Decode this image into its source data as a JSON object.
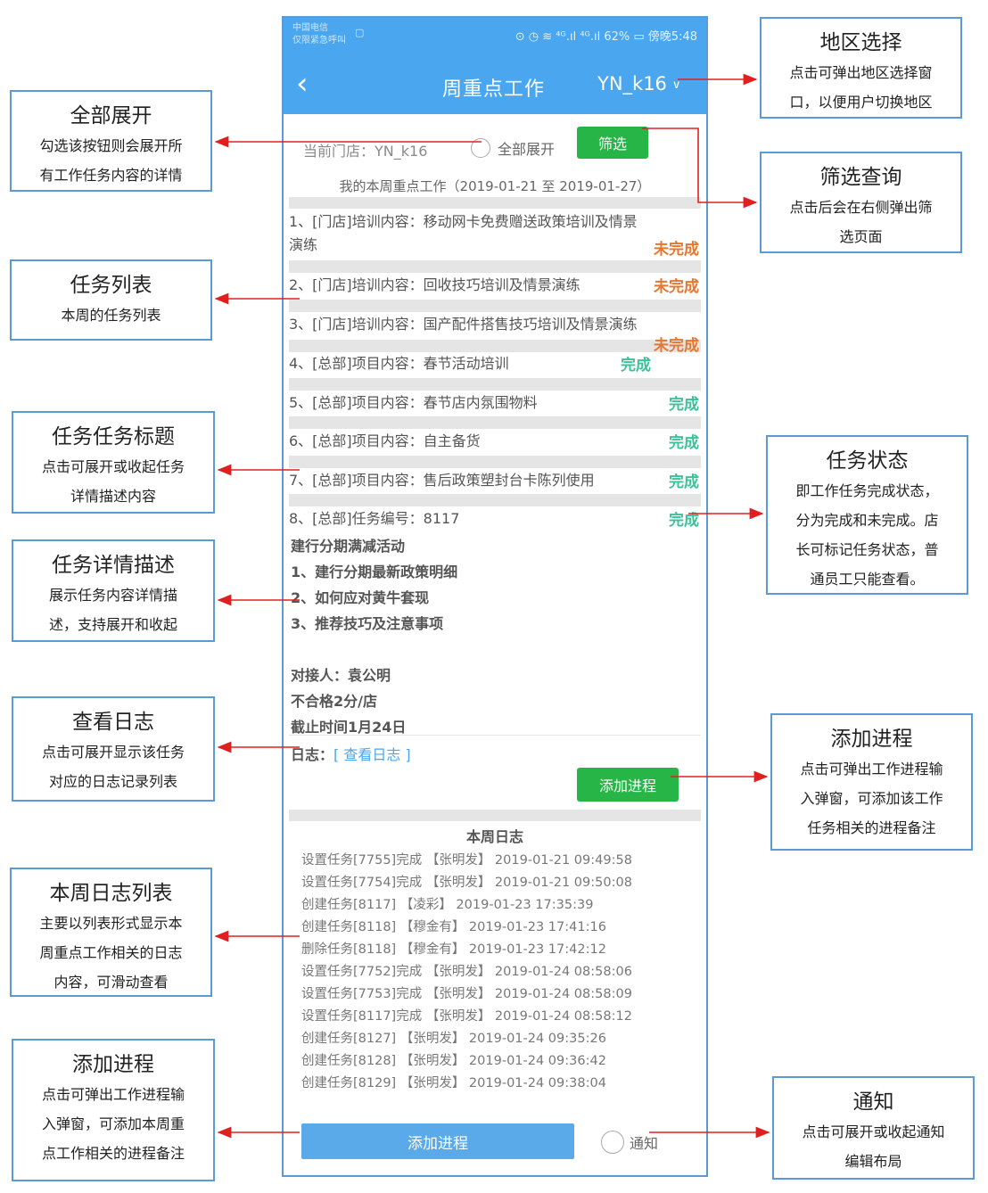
{
  "status_bar": {
    "carrier_line1": "中国电信",
    "carrier_line2": "仅限紧急呼叫",
    "icons_left": "sim-icon",
    "right_text": "⊙ ◷ ≋ ⁴ᴳ.ıl ⁴ᴳ.ıl 62% ▭ 傍晚5:48"
  },
  "app_bar": {
    "back_icon": "‹",
    "title": "周重点工作",
    "region": "YN_k16",
    "region_chevron": "∨"
  },
  "filter_row": {
    "store_label": "当前门店：YN_k16",
    "expand_all_label": "全部展开",
    "filter_button": "筛选"
  },
  "week_range": "我的本周重点工作（2019-01-21 至 2019-01-27）",
  "tasks": [
    {
      "title": "1、[门店]培训内容：移动网卡免费赠送政策培训及情景",
      "title2": "演练",
      "status": "未完成"
    },
    {
      "title": "2、[门店]培训内容：回收技巧培训及情景演练",
      "status": "未完成"
    },
    {
      "title": "3、[门店]培训内容：国产配件搭售技巧培训及情景演练",
      "status": "未完成"
    },
    {
      "title": "4、[总部]项目内容：春节活动培训",
      "status": "完成"
    },
    {
      "title": "5、[总部]项目内容：春节店内氛围物料",
      "status": "完成"
    },
    {
      "title": "6、[总部]项目内容：自主备货",
      "status": "完成"
    },
    {
      "title": "7、[总部]项目内容：售后政策塑封台卡陈列使用",
      "status": "完成"
    },
    {
      "title": "8、[总部]任务编号：8117",
      "status": "完成"
    }
  ],
  "task_detail": {
    "lines": [
      "建行分期满减活动",
      "1、建行分期最新政策明细",
      "2、如何应对黄牛套现",
      "3、推荐技巧及注意事项"
    ],
    "contact": "对接人：袁公明",
    "penalty": "不合格2分/店",
    "deadline": "截止时间1月24日",
    "log_label": "日志：",
    "log_link": "[ 查看日志 ]",
    "add_process_button": "添加进程"
  },
  "weekly_log": {
    "title": "本周日志",
    "entries": [
      "设置任务[7755]完成 【张明发】 2019-01-21 09:49:58",
      "设置任务[7754]完成 【张明发】 2019-01-21 09:50:08",
      "创建任务[8117] 【凌彩】 2019-01-23 17:35:39",
      "创建任务[8118] 【穆金有】 2019-01-23 17:41:16",
      "删除任务[8118] 【穆金有】 2019-01-23 17:42:12",
      "设置任务[7752]完成 【张明发】 2019-01-24 08:58:06",
      "设置任务[7753]完成 【张明发】 2019-01-24 08:58:09",
      "设置任务[8117]完成 【张明发】 2019-01-24 08:58:12",
      "创建任务[8127] 【张明发】 2019-01-24 09:35:26",
      "创建任务[8128] 【张明发】 2019-01-24 09:36:42",
      "创建任务[8129] 【张明发】 2019-01-24 09:38:04"
    ]
  },
  "bottom_bar": {
    "add_process_button": "添加进程",
    "notify_label": "通知"
  },
  "annotations": {
    "region_select": {
      "title": "地区选择",
      "line1": "点击可弹出地区选择窗",
      "line2": "口，以便用户切换地区"
    },
    "expand_all": {
      "title": "全部展开",
      "line1": "勾选该按钮则会展开所",
      "line2": "有工作任务内容的详情"
    },
    "filter_query": {
      "title": "筛选查询",
      "line1": "点击后会在右侧弹出筛",
      "line2": "选页面"
    },
    "task_list": {
      "title": "任务列表",
      "line1": "本周的任务列表"
    },
    "task_title": {
      "title": "任务任务标题",
      "line1": "点击可展开或收起任务",
      "line2": "详情描述内容"
    },
    "task_status": {
      "title": "任务状态",
      "line1": "即工作任务完成状态，",
      "line2": "分为完成和未完成。店",
      "line3": "长可标记任务状态，普",
      "line4": "通员工只能查看。"
    },
    "task_detail": {
      "title": "任务详情描述",
      "line1": "展示任务内容详情描",
      "line2": "述，支持展开和收起"
    },
    "view_log": {
      "title": "查看日志",
      "line1": "点击可展开显示该任务",
      "line2": "对应的日志记录列表"
    },
    "add_process_task": {
      "title": "添加进程",
      "line1": "点击可弹出工作进程输",
      "line2": "入弹窗，可添加该工作",
      "line3": "任务相关的进程备注"
    },
    "weekly_log_list": {
      "title": "本周日志列表",
      "line1": "主要以列表形式显示本",
      "line2": "周重点工作相关的日志",
      "line3": "内容，可滑动查看"
    },
    "add_process_week": {
      "title": "添加进程",
      "line1": "点击可弹出工作进程输",
      "line2": "入弹窗，可添加本周重",
      "line3": "点工作相关的进程备注"
    },
    "notify": {
      "title": "通知",
      "line1": "点击可展开或收起通知",
      "line2": "编辑布局"
    }
  },
  "colors": {
    "app_blue": "#4aa6ee",
    "button_green": "#27b548",
    "status_undone": "#e8762c",
    "status_done": "#3cc29a",
    "annotation_border": "#5b9bd5",
    "arrow_red": "#e02020"
  }
}
